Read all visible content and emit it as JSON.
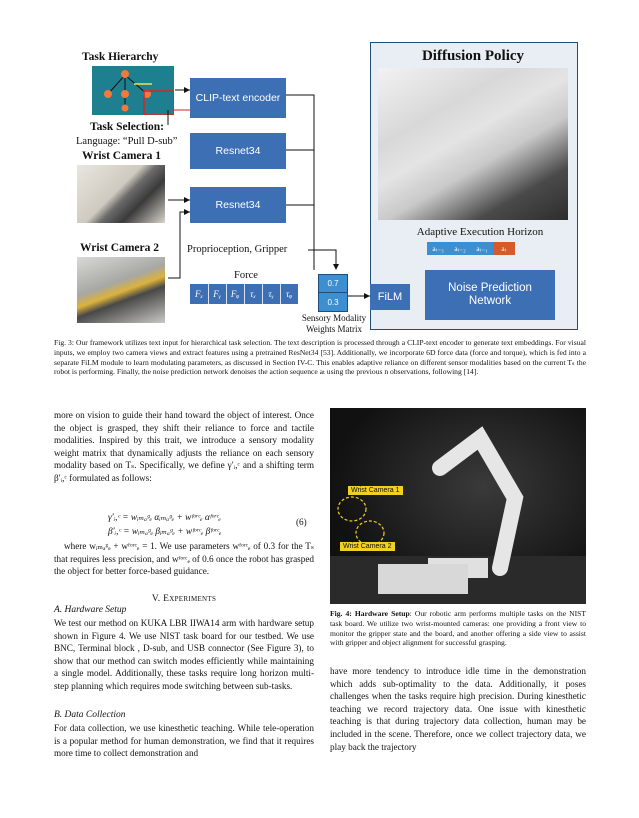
{
  "figure3": {
    "task_hierarchy_label": "Task Hierarchy",
    "task_selection_label": "Task Selection:",
    "language_label": "Language:  “Pull D-sub”",
    "wrist_camera_1_label": "Wrist Camera 1",
    "wrist_camera_2_label": "Wrist Camera 2",
    "clip_box": "CLIP-text encoder",
    "resnet_box_1": "Resnet34",
    "resnet_box_2": "Resnet34",
    "proprioception_label": "Proprioception, Gripper",
    "force_label": "Force",
    "force_cells": [
      "Fₓ",
      "Fᵧ",
      "Fᵩ",
      "τₓ",
      "τᵧ",
      "τᵩ"
    ],
    "weight_values": [
      "0.7",
      "0.3"
    ],
    "sensory_matrix_label": "Sensory Modality Weights Matrix",
    "film_box": "FiLM",
    "noise_box": "Noise Prediction Network",
    "diffusion_title": "Diffusion Policy",
    "horizon_label": "Adaptive Execution Horizon",
    "action_cells": [
      "aₜ₋₃",
      "aₜ₋₂",
      "aₜ₋₁",
      "aₜ"
    ],
    "caption": "Fig. 3: Our framework utilizes text input for hierarchical task selection. The text description is processed through a CLIP-text encoder to generate text embeddings. For visual inputs, we employ two camera views and extract features using a pretrained ResNet34 [53]. Additionally, we incorporate 6D force data (force and torque), which is fed into a separate FiLM module to learn modulating parameters, as discussed in Section IV-C. This enables adaptive reliance on different sensor modalities based on the current Tₛ the robot is performing. Finally, the noise prediction network denoises the action sequence aₜ using the previous n observations, following [14]."
  },
  "left_column": {
    "para1": "more on vision to guide their hand toward the object of interest. Once the object is grasped, they shift their reliance to force and tactile modalities. Inspired by this trait, we introduce a sensory modality weight matrix that dynamically adjusts the reliance on each sensory modality based on Tₛ. Specifically, we define γ′ᵢ,ᶜ and a shifting term β′ᵢ,ᶜ formulated as follows:",
    "eq1": "γ′ᵢ,ᶜ = wᵢₘₐᵍₑ αᵢₘₐᵍₑ + wᶠᵒʳᶜₑ αᶠᵒʳᶜₑ",
    "eq2": "β′ᵢ,ᶜ = wᵢₘₐᵍₑ βᵢₘₐᵍₑ + wᶠᵒʳᶜₑ βᶠᵒʳᶜₑ",
    "eq_number": "(6)",
    "para2": "where wᵢₘₐᵍₑ + wᶠᵒʳᶜₑ = 1. We use parameters wᶠᵒʳᶜₑ of 0.3 for the Tₛ that requires less precision, and wᶠᵒʳᶜₑ of 0.6 once the robot has grasped the object for better force-based guidance.",
    "section_title": "V. Experiments",
    "sub_a": "A. Hardware Setup",
    "para3": "We test our method on KUKA LBR IIWA14 arm with hardware setup shown in Figure 4. We use NIST task board for our testbed. We use BNC, Terminal block , D-sub, and USB connector (See Figure 3), to show that our method can switch modes efficiently while maintaining a single model. Additionally, these tasks require long horizon multi-step planning which requires mode switching between sub-tasks.",
    "sub_b": "B. Data Collection",
    "para4": "For data collection, we use kinesthetic teaching. While tele-operation is a popular method for human demonstration, we find that it requires more time to collect demonstration and"
  },
  "figure4": {
    "wrist_camera_1_tag": "Wrist Camera 1",
    "wrist_camera_2_tag": "Wrist Camera 2",
    "caption_bold": "Fig. 4: Hardware Setup",
    "caption_rest": ": Our robotic arm performs multiple tasks on the NIST task board. We utilize two wrist-mounted cameras: one providing a front view to monitor the gripper state and the board, and another offering a side view to assist with gripper and object alignment for successful grasping."
  },
  "right_column": {
    "para1": "have more tendency to introduce idle time in the demonstration which adds sub-optimality to the data. Additionally, it poses challenges when the tasks require high precision. During kinesthetic teaching we record trajectory data. One issue with kinesthetic teaching is that during trajectory data collection, human may be included in the scene. Therefore, once we collect trajectory data, we play back the trajectory"
  },
  "colors": {
    "box_blue": "#3c6fb4",
    "panel_bg": "#e8eef3",
    "panel_border": "#1f4e79",
    "action_last": "#d65a2a"
  }
}
